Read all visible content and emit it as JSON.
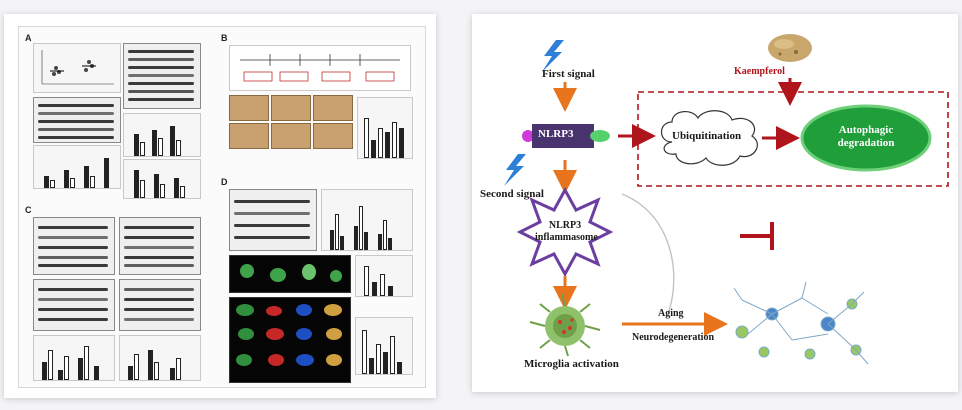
{
  "left_figure": {
    "panel_labels": {
      "a": "A",
      "b": "B",
      "c": "C",
      "d": "D"
    },
    "colors": {
      "histology": "#c9a070",
      "fluorescence_bg": "#050505",
      "bands": "#3a3a3a"
    }
  },
  "diagram": {
    "first_signal": "First signal",
    "second_signal": "Second signal",
    "kaempferol": "Kaempferol",
    "nlrp3": "NLRP3",
    "inflammasome": "NLRP3 inflammasome",
    "ubiquitination": "Ubiquitination",
    "autophagic": "Autophagic degradation",
    "microglia": "Microglia activation",
    "aging": "Aging",
    "neurodegeneration": "Neurodegeneration",
    "colors": {
      "arrow_orange": "#e8741e",
      "arrow_red": "#b0141c",
      "nlrp3_box": "#4a3470",
      "autophagic_fill": "#1f9e3a",
      "lightning": "#2e7fd6",
      "kaempferol_text": "#b0141c",
      "inhibit_red": "#b0141c"
    },
    "icons": [
      "lightning-icon",
      "kaempferol-image",
      "microglia-cell-icon",
      "neuron-network-icon"
    ]
  }
}
